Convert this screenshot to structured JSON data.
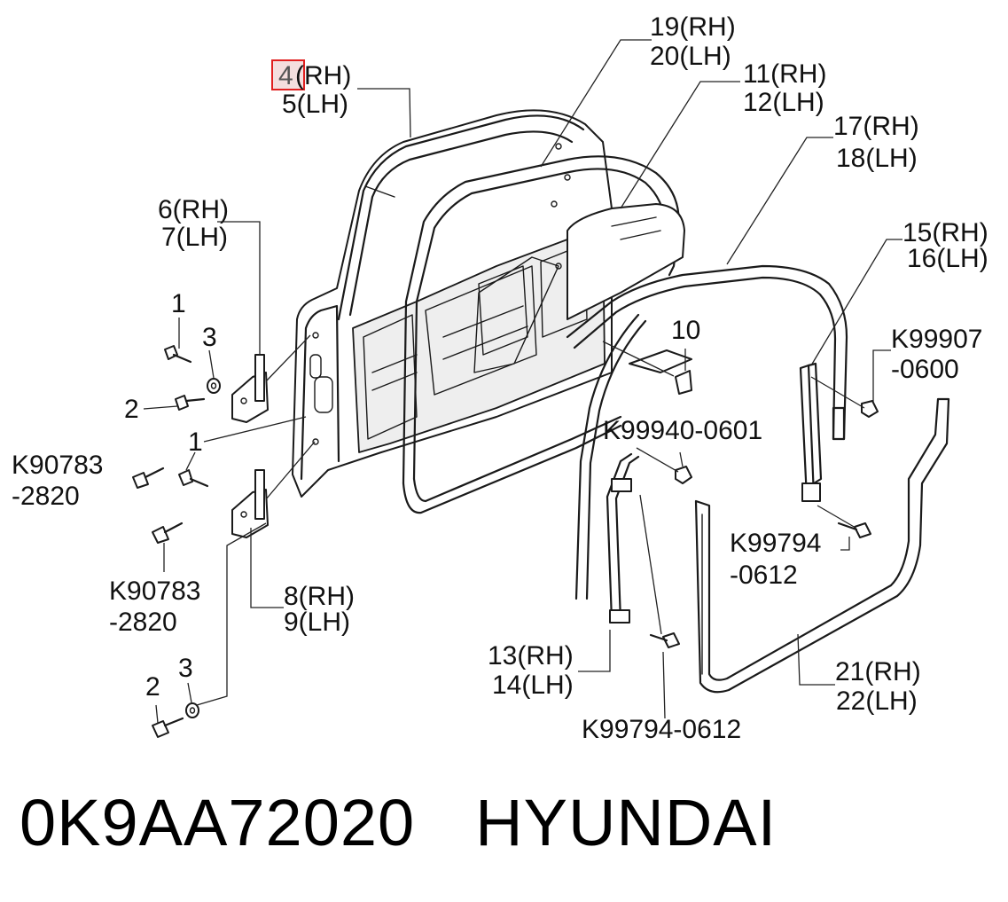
{
  "labels": {
    "l_4_rh": "(RH)",
    "l_4_num": "4",
    "l_5_lh": "5(LH)",
    "l_19_rh": "19(RH)",
    "l_20_lh": "20(LH)",
    "l_11_rh": "11(RH)",
    "l_12_lh": "12(LH)",
    "l_17_rh": "17(RH)",
    "l_18_lh": "18(LH)",
    "l_15_rh": "15(RH)",
    "l_16_lh": "16(LH)",
    "l_6_rh": "6(RH)",
    "l_7_lh": "7(LH)",
    "l_1a": "1",
    "l_3a": "3",
    "l_2a": "2",
    "l_1b": "1",
    "l_k90783a_1": "K90783",
    "l_k90783a_2": "-2820",
    "l_k90783b_1": "K90783",
    "l_k90783b_2": "-2820",
    "l_8_rh": "8(RH)",
    "l_9_lh": "9(LH)",
    "l_2b": "2",
    "l_3b": "3",
    "l_10": "10",
    "l_k99907_1": "K99907",
    "l_k99907_2": "-0600",
    "l_k99940": "K99940-0601",
    "l_k99794a_1": "K99794",
    "l_k99794a_2": "-0612",
    "l_13_rh": "13(RH)",
    "l_14_lh": "14(LH)",
    "l_k99794b": "K99794-0612",
    "l_21_rh": "21(RH)",
    "l_22_lh": "22(LH)"
  },
  "caption": {
    "part_number": "0K9AA72020",
    "brand": "HYUNDAI"
  }
}
